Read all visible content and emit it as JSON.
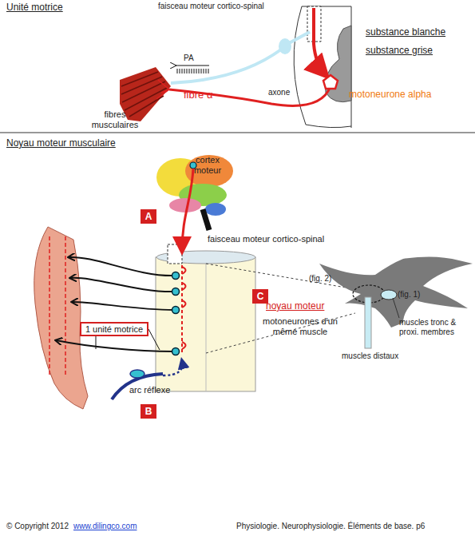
{
  "diagram": {
    "nodes": [
      {
        "text": [
          "A"
        ]
      },
      {
        "text": [
          "C"
        ]
      },
      {
        "text": [
          "1 unité motrice"
        ]
      },
      {
        "text": [
          "B"
        ]
      }
    ],
    "labels": [
      "Unité motrice",
      "faisceau moteur cortico-spinal",
      "substance blanche",
      "substance grise",
      "PA",
      "fibre α",
      "axone",
      "fibres musculaires",
      "motoneurone alpha",
      "Noyau moteur musculaire",
      "cortex moteur",
      "faisceau moteur cortico-spinal",
      "noyau moteur",
      "motoneurones d'un même muscle",
      "(fig. 2)",
      "(fig. 1)",
      "muscles tronc & proxi. membres",
      "muscles distaux",
      "arc réflexe",
      "© Copyright 2012",
      "www.dilingco.com",
      "Physiologie. Neurophysiologie. Éléments de base. p6"
    ]
  }
}
